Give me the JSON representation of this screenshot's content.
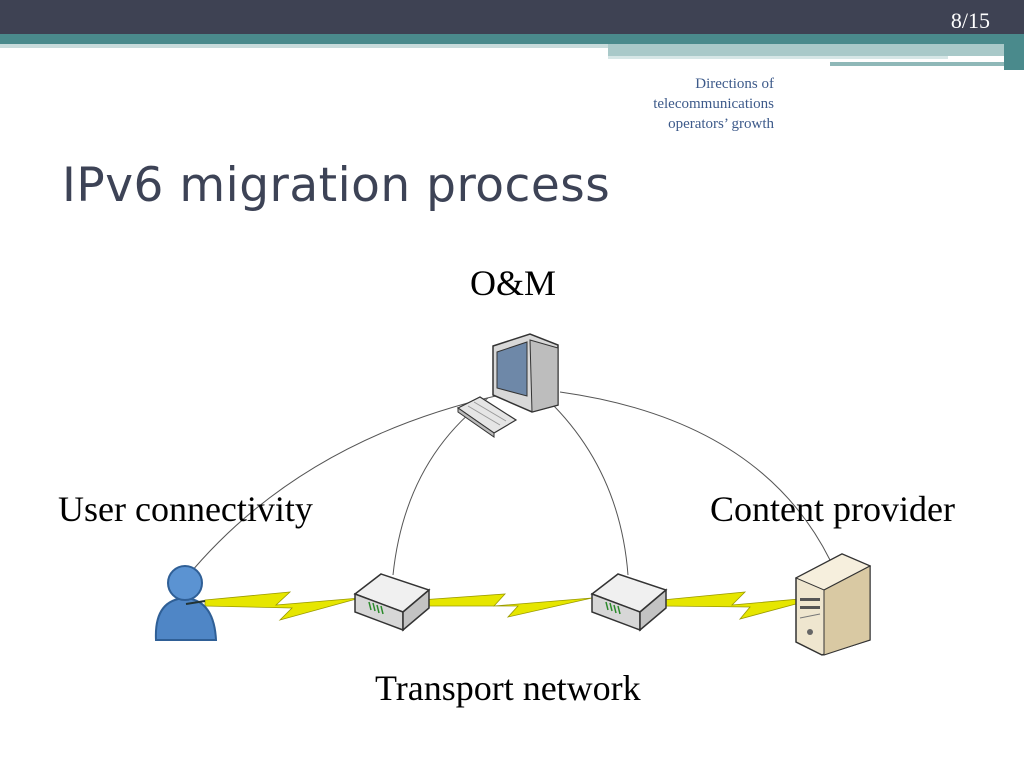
{
  "slide": {
    "page_number": "8/15",
    "subtitle_lines": [
      "Directions of",
      "telecommunications",
      "operators’ growth"
    ],
    "title": "IPv6 migration process"
  },
  "diagram": {
    "nodes": {
      "om": "O&M",
      "user": "User connectivity",
      "content": "Content provider",
      "transport": "Transport network"
    },
    "colors": {
      "banner_dark": "#3e4253",
      "banner_teal": "#4a8a8c",
      "lightning": "#e6e600",
      "user_blue": "#4f86c6",
      "server_beige": "#e9dcc0"
    },
    "icons": [
      "monitor-icon",
      "keyboard-icon",
      "user-icon",
      "router-icon",
      "server-icon",
      "lightning-link-icon"
    ]
  }
}
